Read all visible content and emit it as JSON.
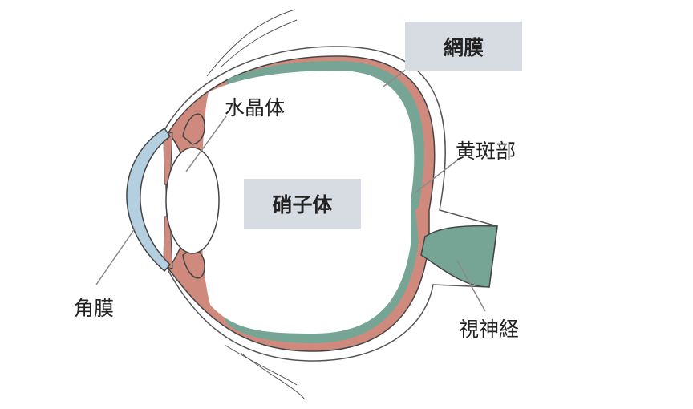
{
  "labels": {
    "retina": "網膜",
    "lens": "水晶体",
    "macula": "黄斑部",
    "vitreous": "硝子体",
    "cornea": "角膜",
    "optic_nerve": "視神経"
  },
  "colors": {
    "cornea": "#b3cfe0",
    "choroid": "#cf8a7d",
    "retina": "#77a595",
    "label_box": "#d7dbe2",
    "outline": "#444444",
    "leader": "#8a8a8a"
  }
}
